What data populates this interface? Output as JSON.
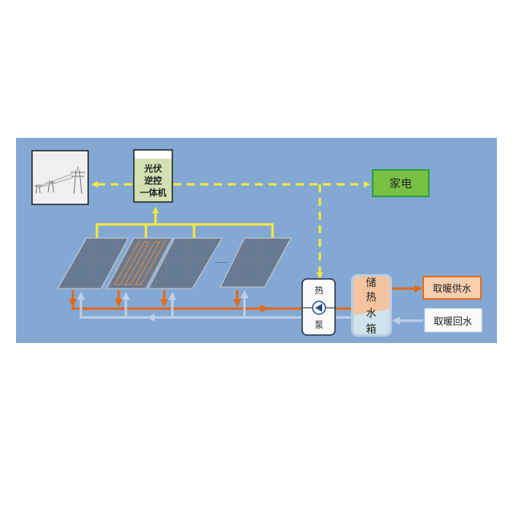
{
  "inverter": {
    "line1": "光伏",
    "line2": "逆控",
    "line3": "一体机"
  },
  "appliance": {
    "label": "家电"
  },
  "heat_pump": {
    "top": "热",
    "bottom": "泵"
  },
  "tank": {
    "chars": [
      "储",
      "热",
      "水",
      "箱"
    ]
  },
  "heating_supply": {
    "label": "取暖供水"
  },
  "heating_return": {
    "label": "取暖回水"
  },
  "ellipsis": "......",
  "colors": {
    "background": "#84a8d4",
    "power_line": "#f2ea3c",
    "hot_water": "#e06a1a",
    "return_water": "#bcd0e6",
    "appliance": "#7ac143"
  }
}
